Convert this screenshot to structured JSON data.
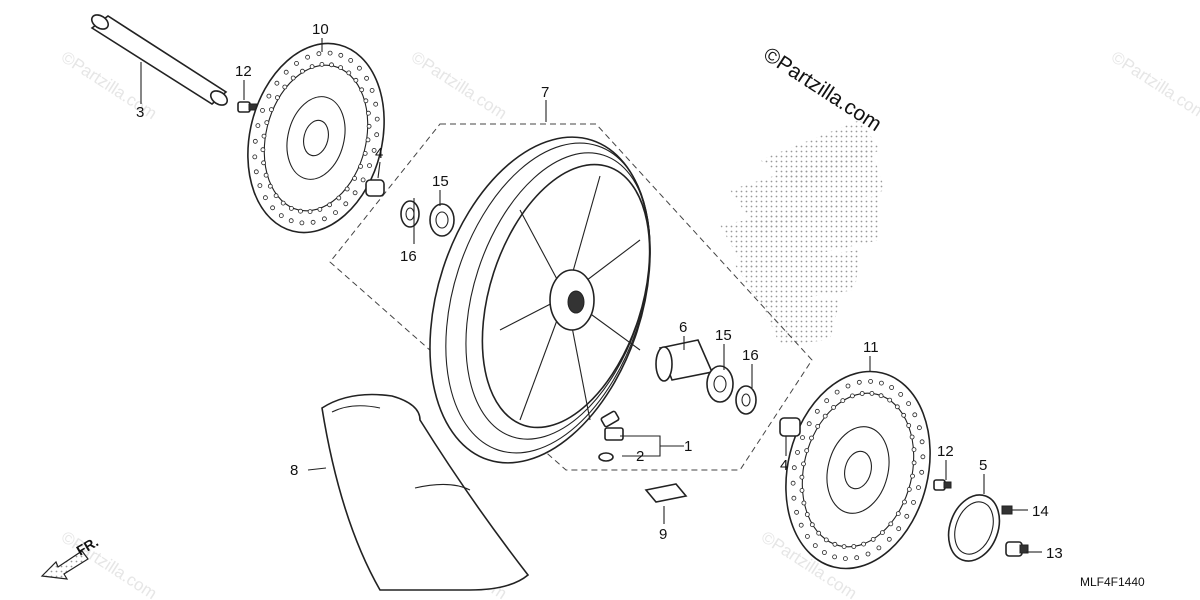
{
  "diagram": {
    "brand_watermark": "©Partzilla.com",
    "background_watermark": "©Partzilla.com",
    "diagram_code": "MLF4F1440",
    "direction_label": "FR.",
    "callouts": {
      "c1": "1",
      "c2": "2",
      "c3": "3",
      "c4a": "4",
      "c4b": "4",
      "c5": "5",
      "c6": "6",
      "c7": "7",
      "c8": "8",
      "c9": "9",
      "c10": "10",
      "c11": "11",
      "c12a": "12",
      "c12b": "12",
      "c13": "13",
      "c14": "14",
      "c15a": "15",
      "c15b": "15",
      "c16a": "16",
      "c16b": "16"
    }
  }
}
